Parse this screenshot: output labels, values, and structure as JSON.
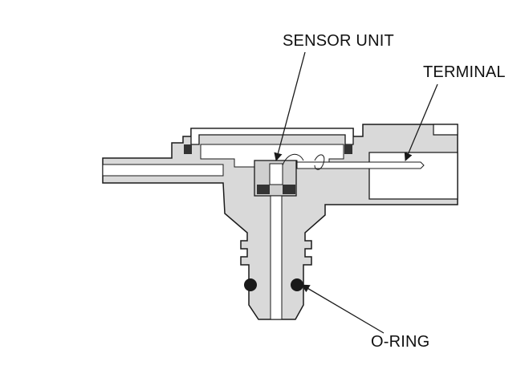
{
  "labels": {
    "sensor_unit": "SENSOR UNIT",
    "terminal": "TERMINAL",
    "o_ring": "O-RING"
  },
  "colors": {
    "body_fill": "#d9d9d9",
    "outline": "#1a1a1a",
    "seal_dark": "#333333",
    "passage_fill": "#ffffff"
  }
}
